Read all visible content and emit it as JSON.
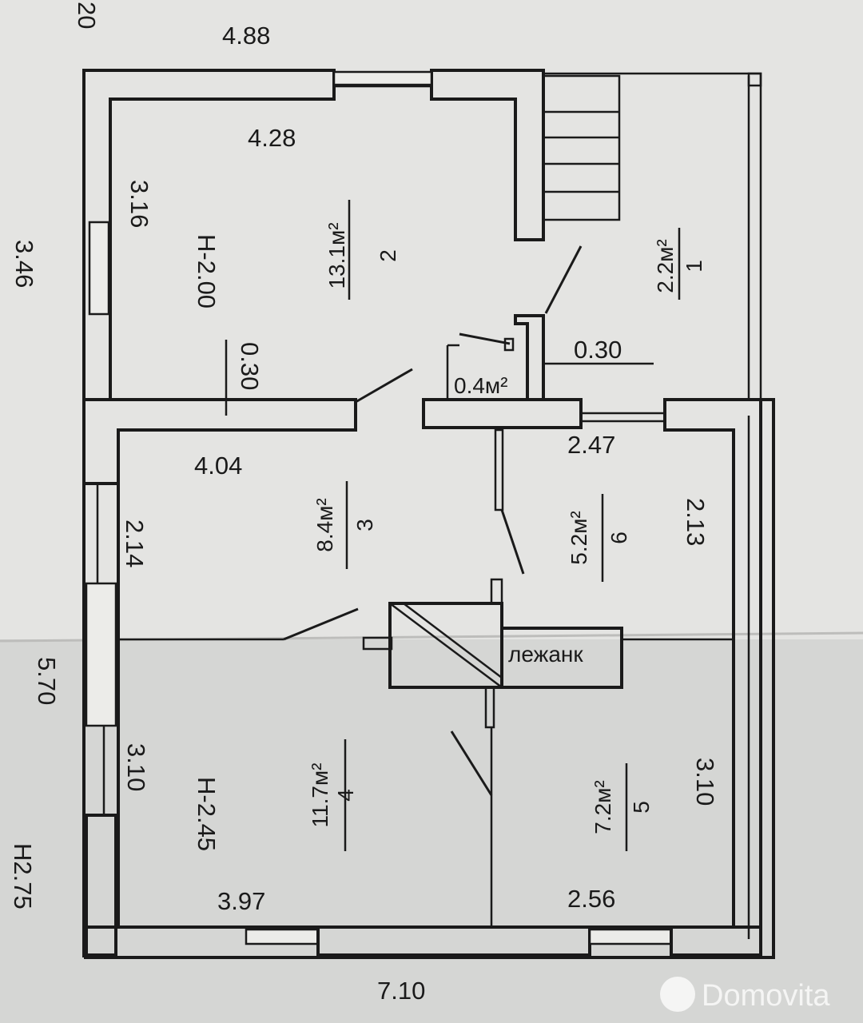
{
  "dimensions": {
    "corner_cut": "20",
    "top_outer": "4.88",
    "room2_width": "4.28",
    "room2_depth": "3.16",
    "left_upper": "3.46",
    "room2_height": "Н-2.00",
    "wall_thickness_a": "0.30",
    "wall_thickness_b": "0.30",
    "room3_width": "4.04",
    "room6_width": "2.47",
    "room3_depth": "2.14",
    "room6_depth": "2.13",
    "left_lower": "5.70",
    "room4_depth": "3.10",
    "room5_depth": "3.10",
    "room4_height": "Н-2.45",
    "left_bottom": "Н2.75",
    "room4_width": "3.97",
    "room5_width": "2.56",
    "bottom_total": "7.10"
  },
  "rooms": [
    {
      "number": "1",
      "area": "2.2м²"
    },
    {
      "number": "2",
      "area": "13.1м²"
    },
    {
      "number": "3",
      "area": "8.4м²"
    },
    {
      "number": "4",
      "area": "11.7м²"
    },
    {
      "number": "5",
      "area": "7.2м²"
    },
    {
      "number": "6",
      "area": "5.2м²"
    }
  ],
  "small_area": "0.4м²",
  "stove_label": "лежанк",
  "watermark": "Domovita"
}
